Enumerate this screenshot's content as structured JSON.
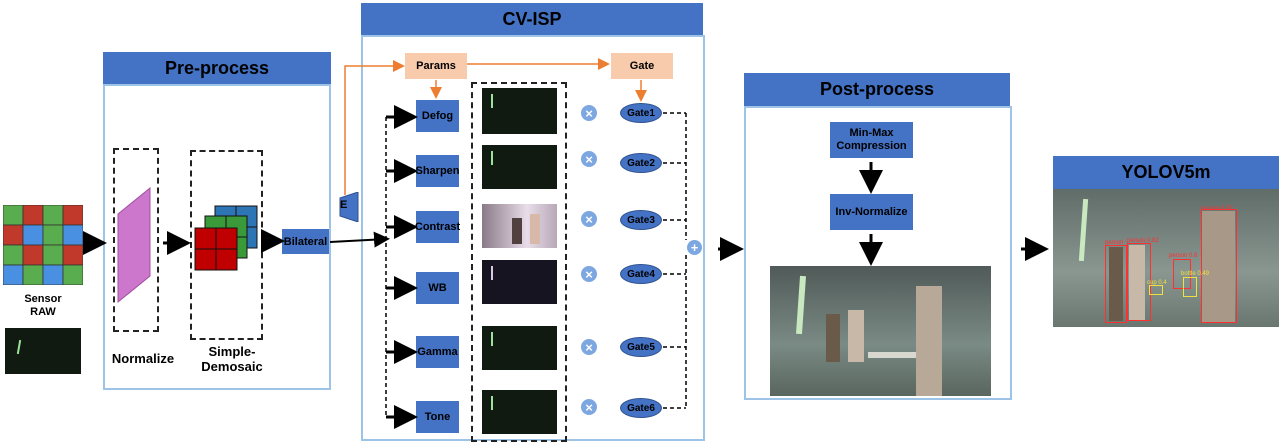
{
  "headers": {
    "cv_isp": "CV-ISP",
    "pre_process": "Pre-process",
    "post_process": "Post-process",
    "yolo": "YOLOV5m"
  },
  "input": {
    "sensor": "Sensor",
    "raw": "RAW"
  },
  "pre": {
    "normalize": "Normalize",
    "demosaic_1": "Simple-",
    "demosaic_2": "Demosaic",
    "bilateral": "Bilateral"
  },
  "encoder": "E",
  "isp": {
    "params": "Params",
    "gate": "Gate",
    "modules": [
      "Defog",
      "Sharpen",
      "Contrast",
      "WB",
      "Gamma",
      "Tone"
    ],
    "gates": [
      "Gate1",
      "Gate2",
      "Gate3",
      "Gate4",
      "Gate5",
      "Gate6"
    ],
    "multiply_symbol": "⊗",
    "sum_symbol": "⊕"
  },
  "post": {
    "minmax_1": "Min-Max",
    "minmax_2": "Compression",
    "inv_normalize": "Inv-Normalize"
  },
  "detections": [
    "person 0.92",
    "person",
    "person 0.82",
    "person 0.6",
    "bottle 0.49",
    "cup 0.4"
  ],
  "colors": {
    "header": "#4472c4",
    "panel_border": "#9dc3e6",
    "params": "#f8cbad",
    "arrow_orange": "#ed7d31",
    "bbox": "#ff3030"
  }
}
